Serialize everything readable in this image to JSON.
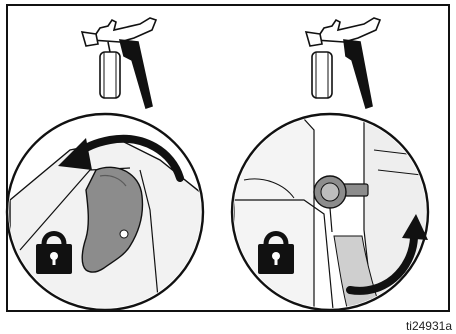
{
  "figure": {
    "id": "ti24931a",
    "panels": [
      {
        "name": "left",
        "shows": [
          "spray-gun",
          "trigger-lock-guard",
          "rotation-arrow",
          "padlock-icon"
        ]
      },
      {
        "name": "right",
        "shows": [
          "spray-gun",
          "trigger-lock-guard",
          "rotation-arrow",
          "padlock-icon"
        ]
      }
    ]
  },
  "colors": {
    "outline": "#111111",
    "part_gray": "#8c8c8c",
    "light_gray": "#e6e6e6",
    "arrow": "#111111"
  },
  "icons": {
    "gun": "spray-gun-icon",
    "lock": "padlock-icon",
    "arrow_left": "curved-arrow-counterclockwise-icon",
    "arrow_right": "curved-arrow-upward-icon"
  }
}
